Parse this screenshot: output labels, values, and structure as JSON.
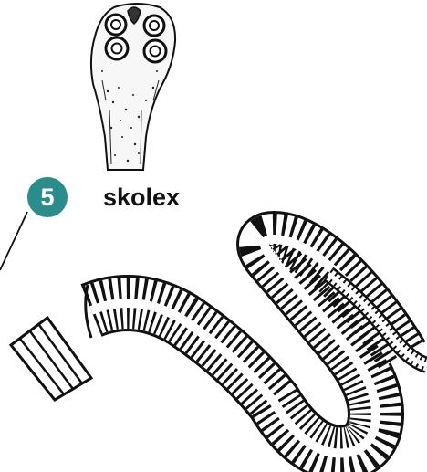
{
  "callout": {
    "number": "5",
    "label": "skolex",
    "badge_color": "#2b8c8c"
  },
  "figure": {
    "subject": "tapeworm-scolex-and-strobila",
    "line_color": "#111111"
  }
}
